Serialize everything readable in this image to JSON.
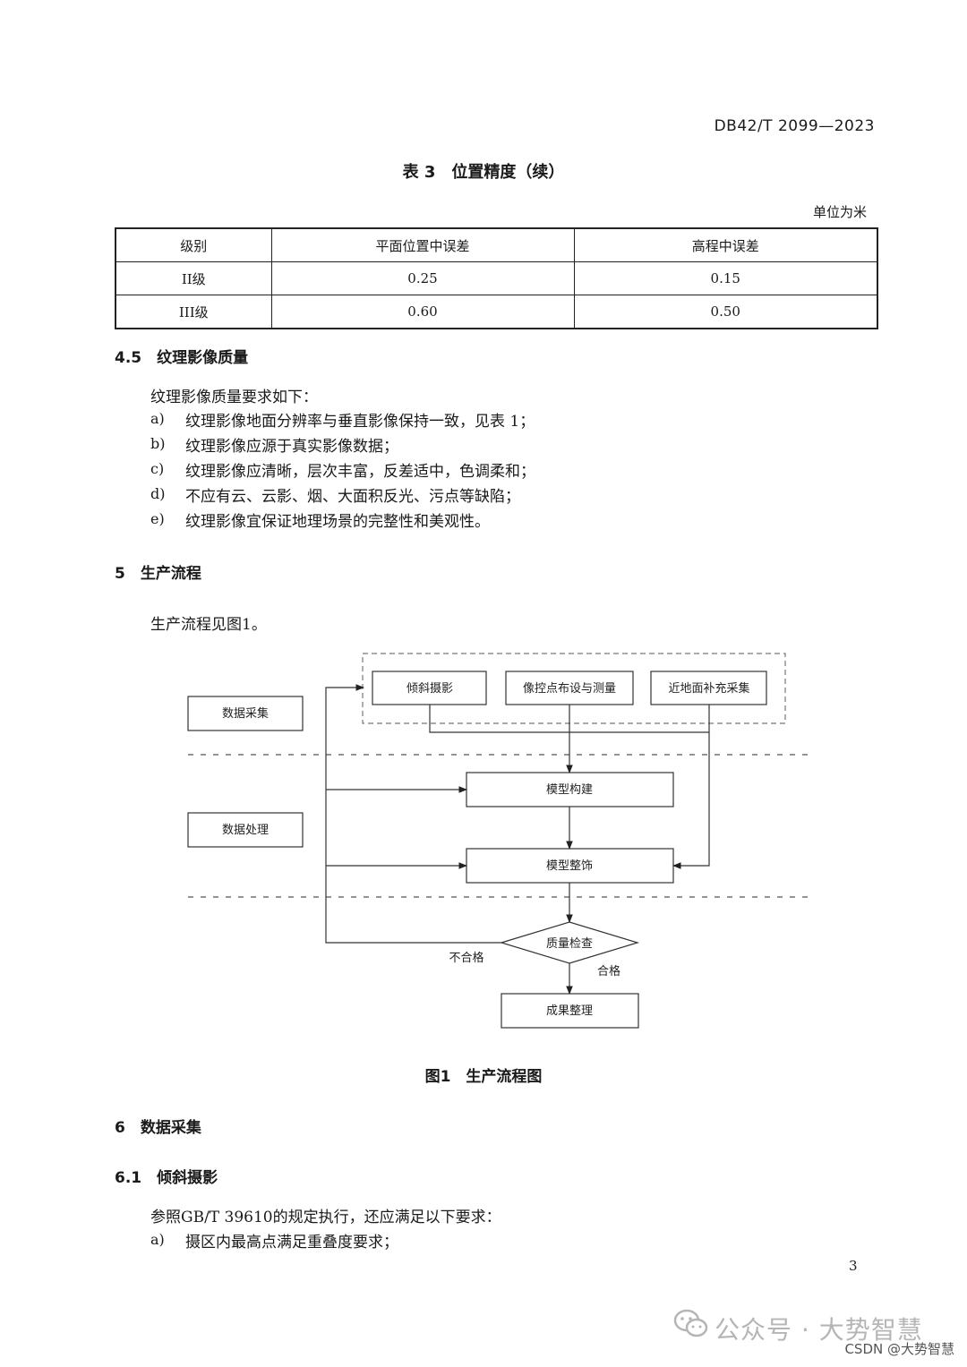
{
  "header": {
    "standard_no": "DB42/T 2099—2023"
  },
  "table3": {
    "title": "表 3　位置精度（续）",
    "unit": "单位为米",
    "columns": [
      "级别",
      "平面位置中误差",
      "高程中误差"
    ],
    "rows": [
      [
        "II级",
        "0.25",
        "0.15"
      ],
      [
        "III级",
        "0.60",
        "0.50"
      ]
    ]
  },
  "sec45": {
    "heading": "4.5　纹理影像质量",
    "intro": "纹理影像质量要求如下：",
    "items": [
      {
        "mark": "a)",
        "text": "纹理影像地面分辨率与垂直影像保持一致，见表 1；"
      },
      {
        "mark": "b)",
        "text": "纹理影像应源于真实影像数据；"
      },
      {
        "mark": "c)",
        "text": "纹理影像应清晰，层次丰富，反差适中，色调柔和；"
      },
      {
        "mark": "d)",
        "text": "不应有云、云影、烟、大面积反光、污点等缺陷；"
      },
      {
        "mark": "e)",
        "text": "纹理影像宜保证地理场景的完整性和美观性。"
      }
    ]
  },
  "sec5": {
    "heading": "5　生产流程",
    "intro": "生产流程见图1。"
  },
  "flow": {
    "stage_collect": "数据采集",
    "stage_process": "数据处理",
    "tilt": "倾斜摄影",
    "control": "像控点布设与测量",
    "ground": "近地面补充采集",
    "model_build": "模型构建",
    "model_finish": "模型整饰",
    "quality": "质量检查",
    "fail": "不合格",
    "pass": "合格",
    "result": "成果整理"
  },
  "figure_caption": "图1　生产流程图",
  "sec6": {
    "heading": "6　数据采集"
  },
  "sec61": {
    "heading": "6.1　倾斜摄影",
    "intro": "参照GB/T 39610的规定执行，还应满足以下要求：",
    "item_a_mark": "a)",
    "item_a_text": "摄区内最高点满足重叠度要求；"
  },
  "page_number": "3",
  "watermark": {
    "text": "公众号 · 大势智慧",
    "icon": "wechat-icon"
  },
  "csdn_mark": "CSDN @大势智慧"
}
